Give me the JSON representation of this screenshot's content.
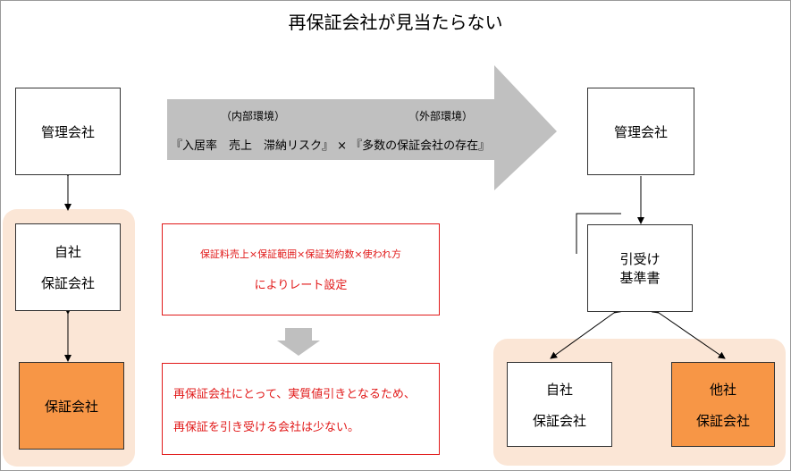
{
  "title": "再保証会社が見当たらない",
  "left": {
    "management": "管理会社",
    "own_guarantor": [
      "自社",
      "保証会社"
    ],
    "guarantor": "保証会社"
  },
  "arrow": {
    "internal_label": "（内部環境）",
    "external_label": "（外部環境）",
    "formula": "『入居率　売上　滞納リスク』 × 『多数の保証会社の存在』"
  },
  "middle": {
    "factors": "保証料売上×保証範囲×保証契約数×使われ方",
    "rate_setting": "によりレート設定",
    "conclusion_1": "再保証会社にとって、実質値引きとなるため、",
    "conclusion_2": "再保証を引き受ける会社は少ない。"
  },
  "right": {
    "management": "管理会社",
    "underwriting": [
      "引受け",
      "基準書"
    ],
    "own_guarantor": [
      "自社",
      "保証会社"
    ],
    "other_guarantor": [
      "他社",
      "保証会社"
    ]
  },
  "colors": {
    "orange": "#f79646",
    "peach": "#fbe6d6",
    "gray_arrow": "#c0c0c0",
    "red": "#e11919"
  }
}
